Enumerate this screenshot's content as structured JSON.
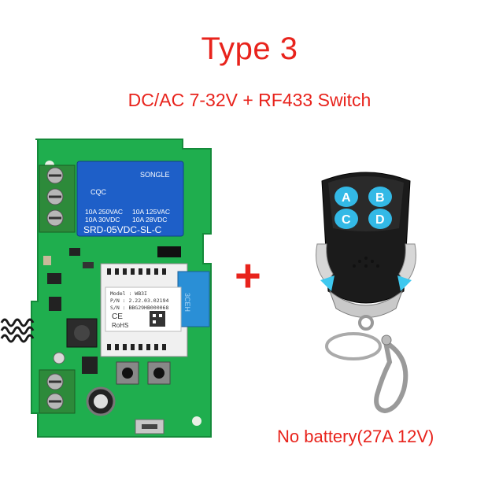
{
  "title": "Type 3",
  "subtitle": "DC/AC 7-32V + RF433 Switch",
  "plus": "+",
  "note": "No battery(27A 12V)",
  "relay": {
    "brand": "SONGLE",
    "rating_1": "10A 250VAC",
    "rating_2": "10A 125VAC",
    "rating_3": "10A 30VDC",
    "rating_4": "10A 28VDC",
    "model": "SRD-05VDC-SL-C",
    "mark": "CQC"
  },
  "module": {
    "model_line": "Model : WB3I",
    "pn_line": "P/N : 2.22.03.02194",
    "sn_line": "S/N : BBG29HB000068",
    "ce": "CE",
    "rohs": "RoHS",
    "antenna_text": "3CEH"
  },
  "remote": {
    "button_a": "A",
    "button_b": "B",
    "button_c": "C",
    "button_d": "D"
  },
  "colors": {
    "accent": "#e8231c",
    "pcb": "#1fae4e",
    "relay": "#1e5fc8",
    "remote_buttons": "#33b9e6"
  }
}
